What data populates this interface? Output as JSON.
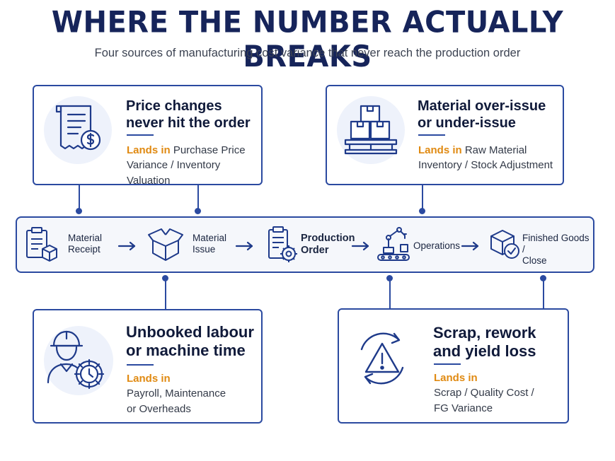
{
  "header": {
    "title": "WHERE THE NUMBER ACTUALLY BREAKS",
    "subtitle": "Four sources of manufacturing cost variance that never reach the production order"
  },
  "cards": {
    "price": {
      "title_line1": "Price changes",
      "title_line2": "never hit the order",
      "lands_label": "Lands in",
      "body_line1": " Purchase Price",
      "body_line2": "Variance / Inventory Valuation",
      "icon": "receipt-dollar-icon"
    },
    "material": {
      "title_line1": "Material over-issue",
      "title_line2": "or under-issue",
      "lands_label": "Lands in",
      "body_line1": " Raw Material",
      "body_line2": "Inventory / Stock Adjustment",
      "icon": "pallet-boxes-icon"
    },
    "labour": {
      "title_line1": "Unbooked labour",
      "title_line2": "or machine time",
      "lands_label": "Lands in",
      "body_line1": "Payroll, Maintenance",
      "body_line2": "or Overheads",
      "icon": "worker-gear-clock-icon"
    },
    "scrap": {
      "title_line1": "Scrap, rework",
      "title_line2": "and yield loss",
      "lands_label": "Lands in",
      "body_line1": "Scrap / Quality Cost /",
      "body_line2": "FG Variance",
      "icon": "warning-cycle-icon"
    }
  },
  "flow": {
    "steps": [
      {
        "line1": "Material",
        "line2": "Receipt",
        "icon": "clipboard-box-icon"
      },
      {
        "line1": "Material",
        "line2": "Issue",
        "icon": "open-box-icon"
      },
      {
        "line1": "Production",
        "line2": "Order",
        "icon": "document-gear-icon"
      },
      {
        "line1": "Operations",
        "line2": "",
        "icon": "robot-arm-icon"
      },
      {
        "line1": "Finished Goods /",
        "line2": "Close",
        "icon": "box-check-icon"
      }
    ]
  },
  "colors": {
    "navy": "#16245a",
    "accent_blue": "#2b4aa0",
    "orange": "#e08a12",
    "icon_bg": "#eef2fb"
  }
}
